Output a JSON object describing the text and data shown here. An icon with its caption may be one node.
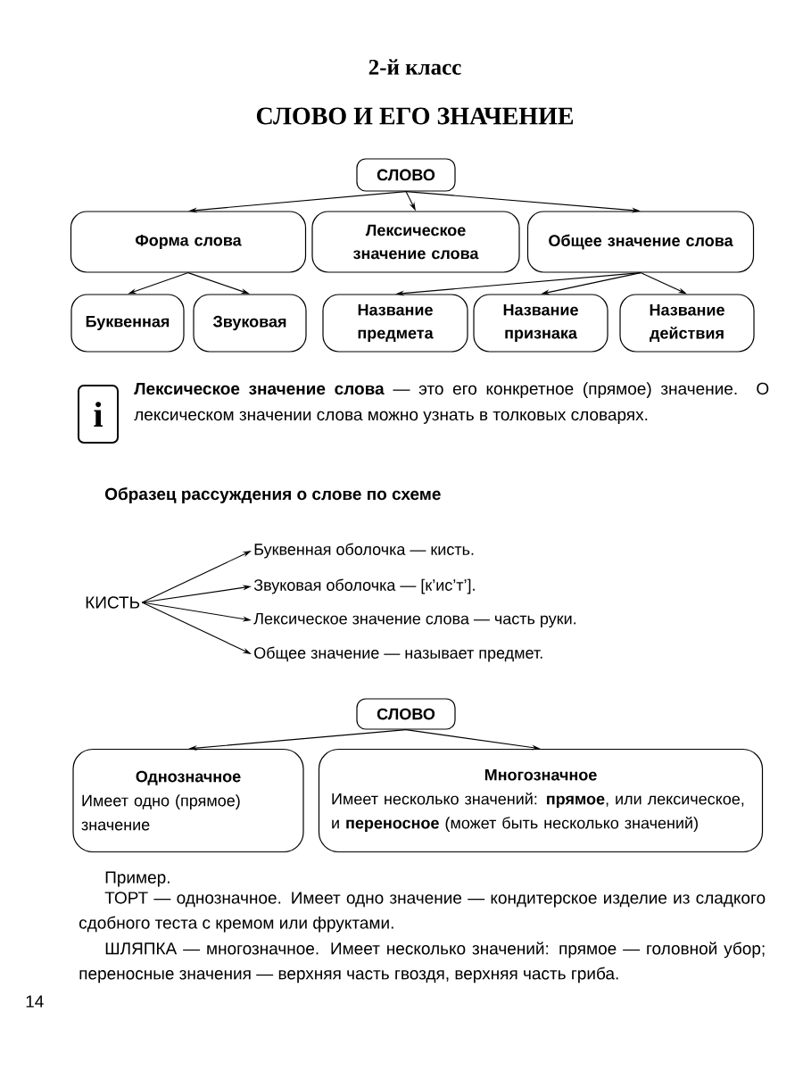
{
  "diagram": {
    "title": "СЛОВО И ЕГО ЗНАЧЕНИЕ",
    "nodes": [
      {
        "text": [
          "СЛОВО"
        ]
      },
      {
        "text": [
          "Форма слова"
        ]
      },
      {
        "text": [
          "Лексическое значение слова"
        ]
      },
      {
        "text": [
          "Общее значение слова"
        ]
      },
      {
        "text": [
          "Буквенная"
        ]
      },
      {
        "text": [
          "Звуковая"
        ]
      },
      {
        "text": [
          "Название предмета"
        ]
      },
      {
        "text": [
          "Название признака"
        ]
      },
      {
        "text": [
          "Название действия"
        ]
      },
      {
        "text": [
          "КИСТЬ"
        ]
      },
      {
        "text": [
          "Буквенная оболочка — кисть."
        ]
      },
      {
        "text": [
          "Звуковая оболочка — [к’ис’т’]."
        ]
      },
      {
        "text": [
          "Лексическое значение слова — часть руки."
        ]
      },
      {
        "text": [
          "Общее значение — называет предмет."
        ]
      },
      {
        "text": [
          "СЛОВО"
        ]
      },
      {
        "text": [
          "Однозначное",
          "Имеет одно (прямое) значение"
        ]
      },
      {
        "text": [
          "Многозначное",
          "Имеет несколько значений: **прямое**, или лексическое, и **переносное** (может быть несколько значений)"
        ]
      }
    ],
    "edges": [
      {
        "from": 0,
        "to": 1,
        "arrow": "to"
      },
      {
        "from": 0,
        "to": 2,
        "arrow": "to"
      },
      {
        "from": 0,
        "to": 3,
        "arrow": "to"
      },
      {
        "from": 1,
        "to": 4,
        "arrow": "to"
      },
      {
        "from": 1,
        "to": 5,
        "arrow": "to"
      },
      {
        "from": 3,
        "to": 6,
        "arrow": "to"
      },
      {
        "from": 3,
        "to": 7,
        "arrow": "to"
      },
      {
        "from": 3,
        "to": 8,
        "arrow": "to"
      },
      {
        "from": 9,
        "to": 10,
        "arrow": "to"
      },
      {
        "from": 9,
        "to": 11,
        "arrow": "to"
      },
      {
        "from": 9,
        "to": 12,
        "arrow": "to"
      },
      {
        "from": 9,
        "to": 13,
        "arrow": "to"
      },
      {
        "from": 14,
        "to": 15,
        "arrow": "to"
      },
      {
        "from": 14,
        "to": 16,
        "arrow": "to"
      }
    ],
    "labels": [
      "2-й класс",
      "i",
      "**Лексическое значение слова** — это его конкретное (прямое) значение. О лексическом значении слова можно узнать в толковых словарях.",
      "Образец рассуждения о слове по схеме",
      "Пример.",
      "ТОРТ — однозначное. Имеет одно значение — кондитерское изделие из сладкого сдобного теста с кремом или фруктами.",
      "ШЛЯПКА — многозначное. Имеет несколько значений: прямое — головной убор; переносные значения — верхняя часть гвоздя, верхняя часть гриба.",
      "14"
    ]
  }
}
